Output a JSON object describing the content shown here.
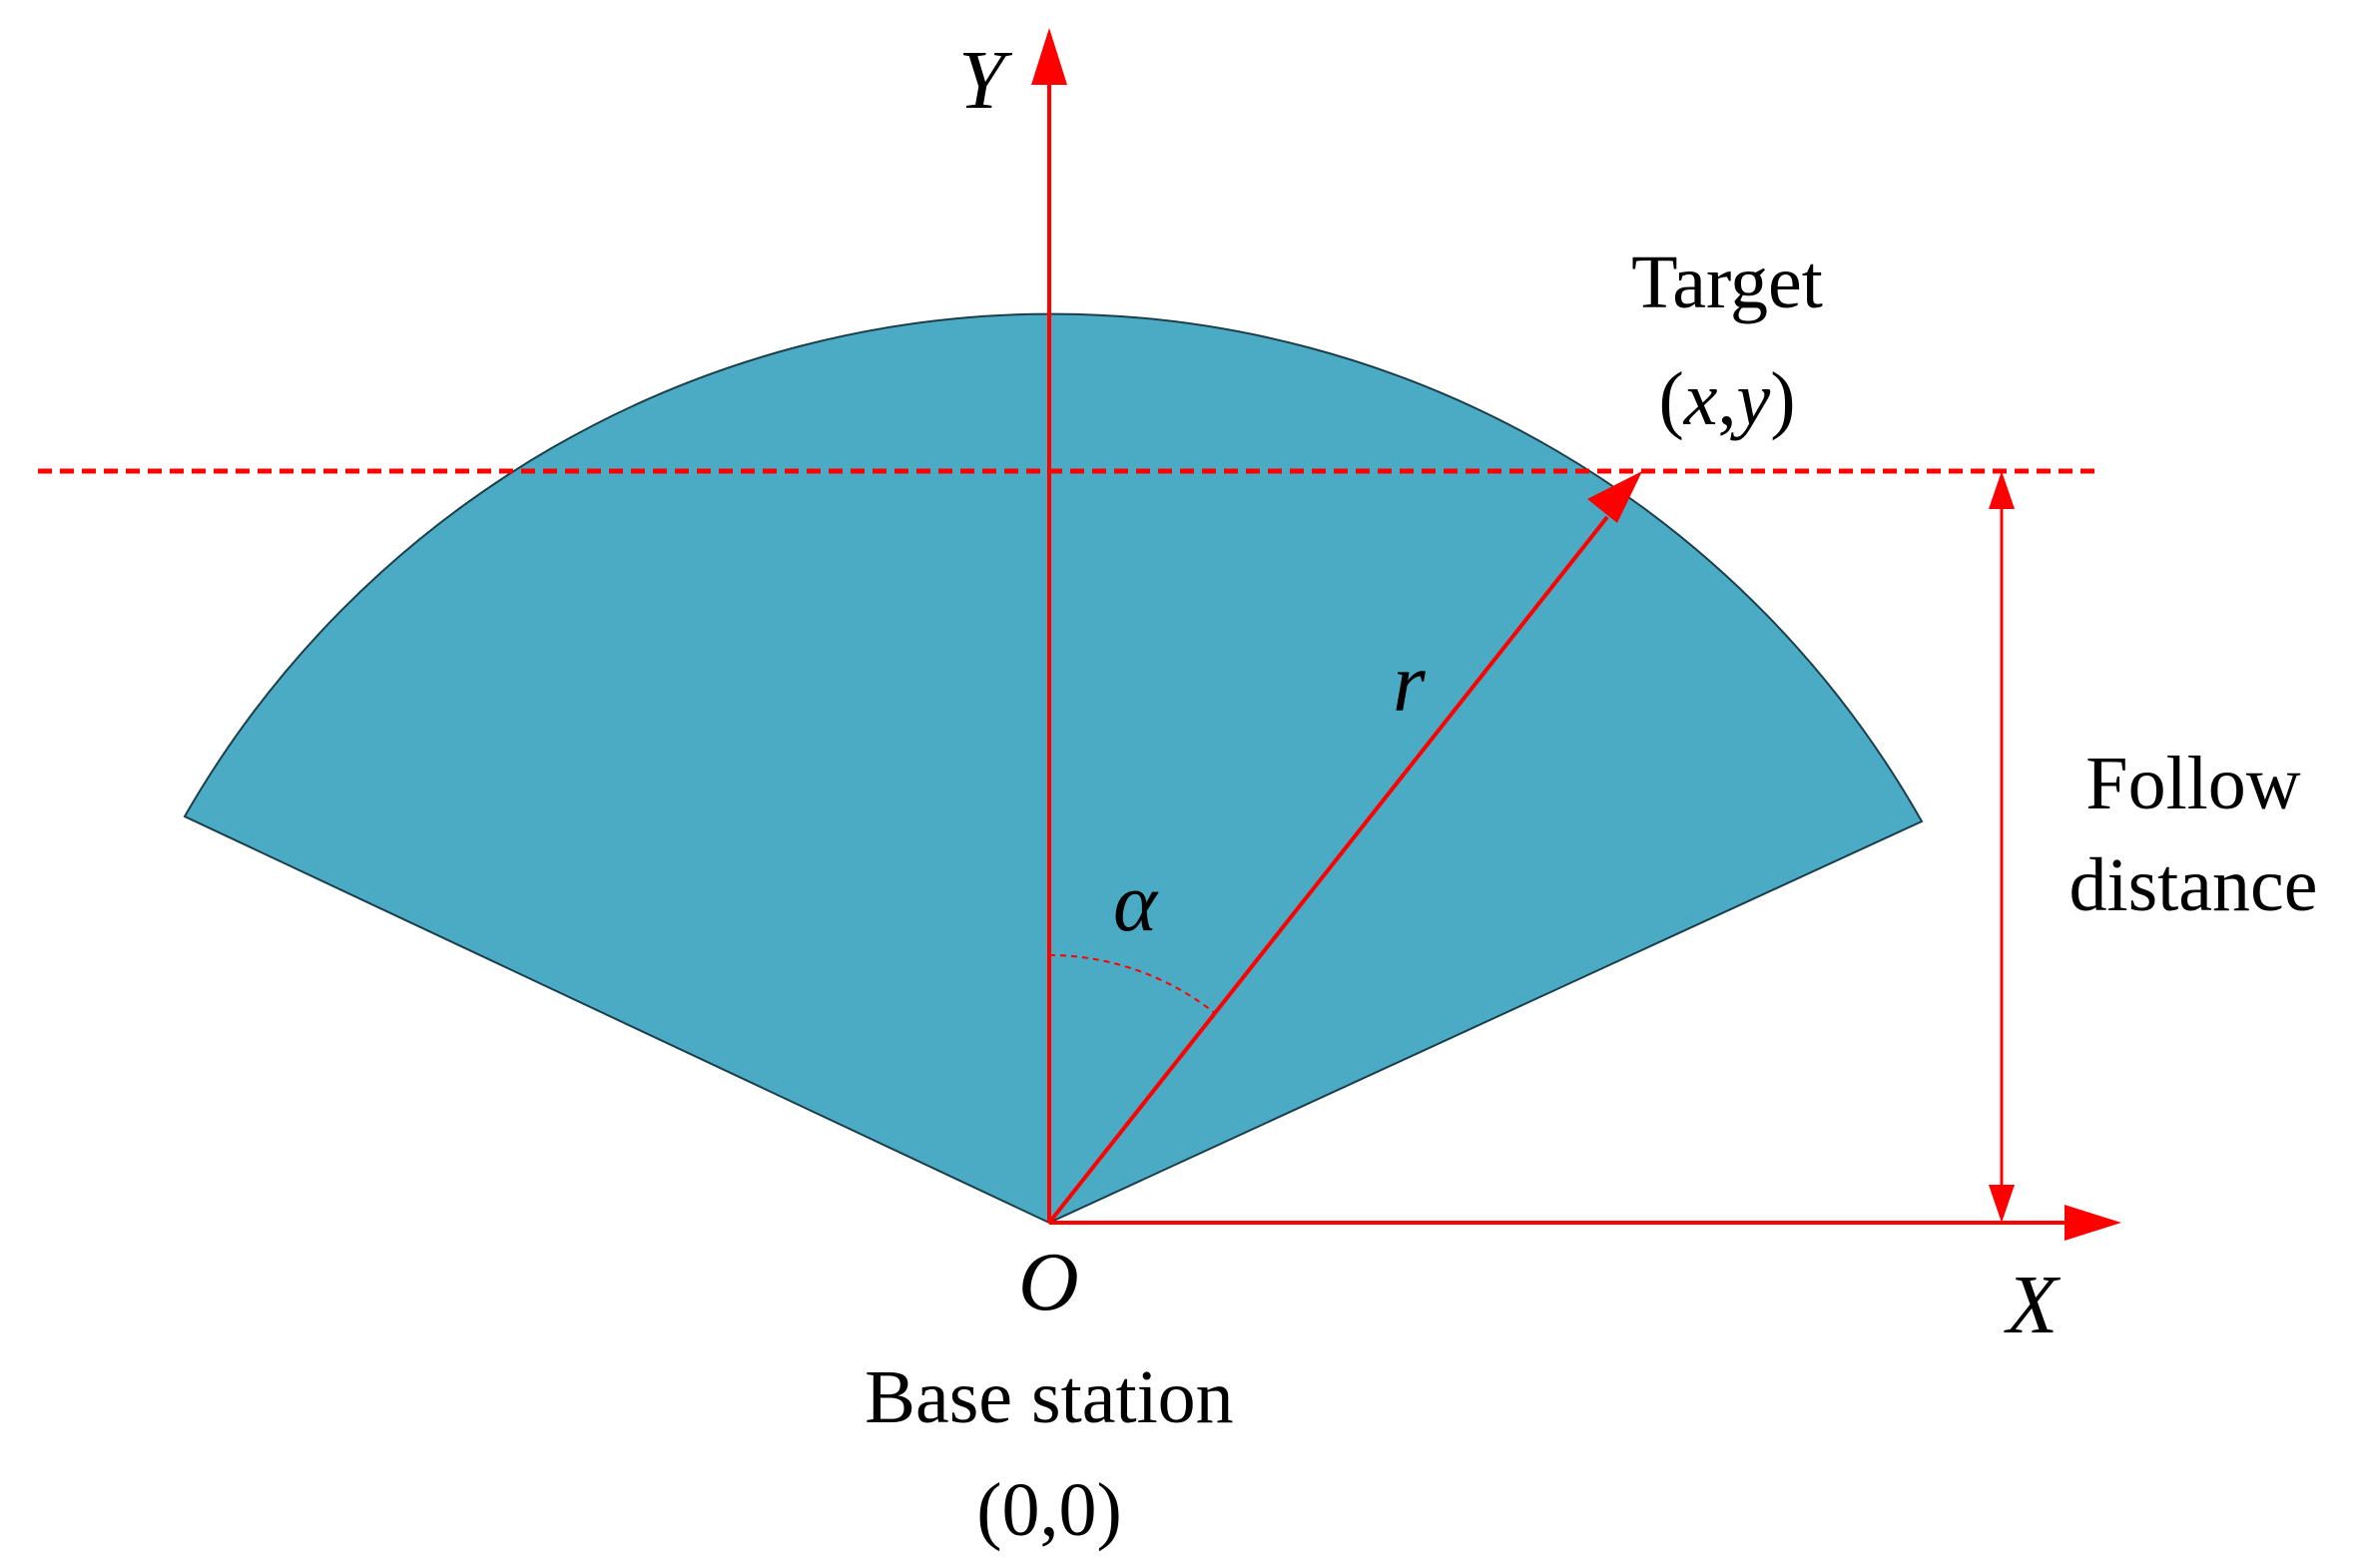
{
  "colors": {
    "sector_fill": "#4BABC5",
    "sector_stroke": "#1b3f4a",
    "accent_red": "#FF0000",
    "text": "#000000"
  },
  "labels": {
    "y_axis": "Y",
    "x_axis": "X",
    "origin": "O",
    "radius": "r",
    "angle": "α",
    "target_title": "Target",
    "target_coord_open": "(",
    "target_coord_x": "x",
    "target_coord_sep": ",",
    "target_coord_y": "y",
    "target_coord_close": ")",
    "follow_line1": "Follow",
    "follow_line2": "distance",
    "base_station": "Base station",
    "base_coord": "(0,0)"
  }
}
